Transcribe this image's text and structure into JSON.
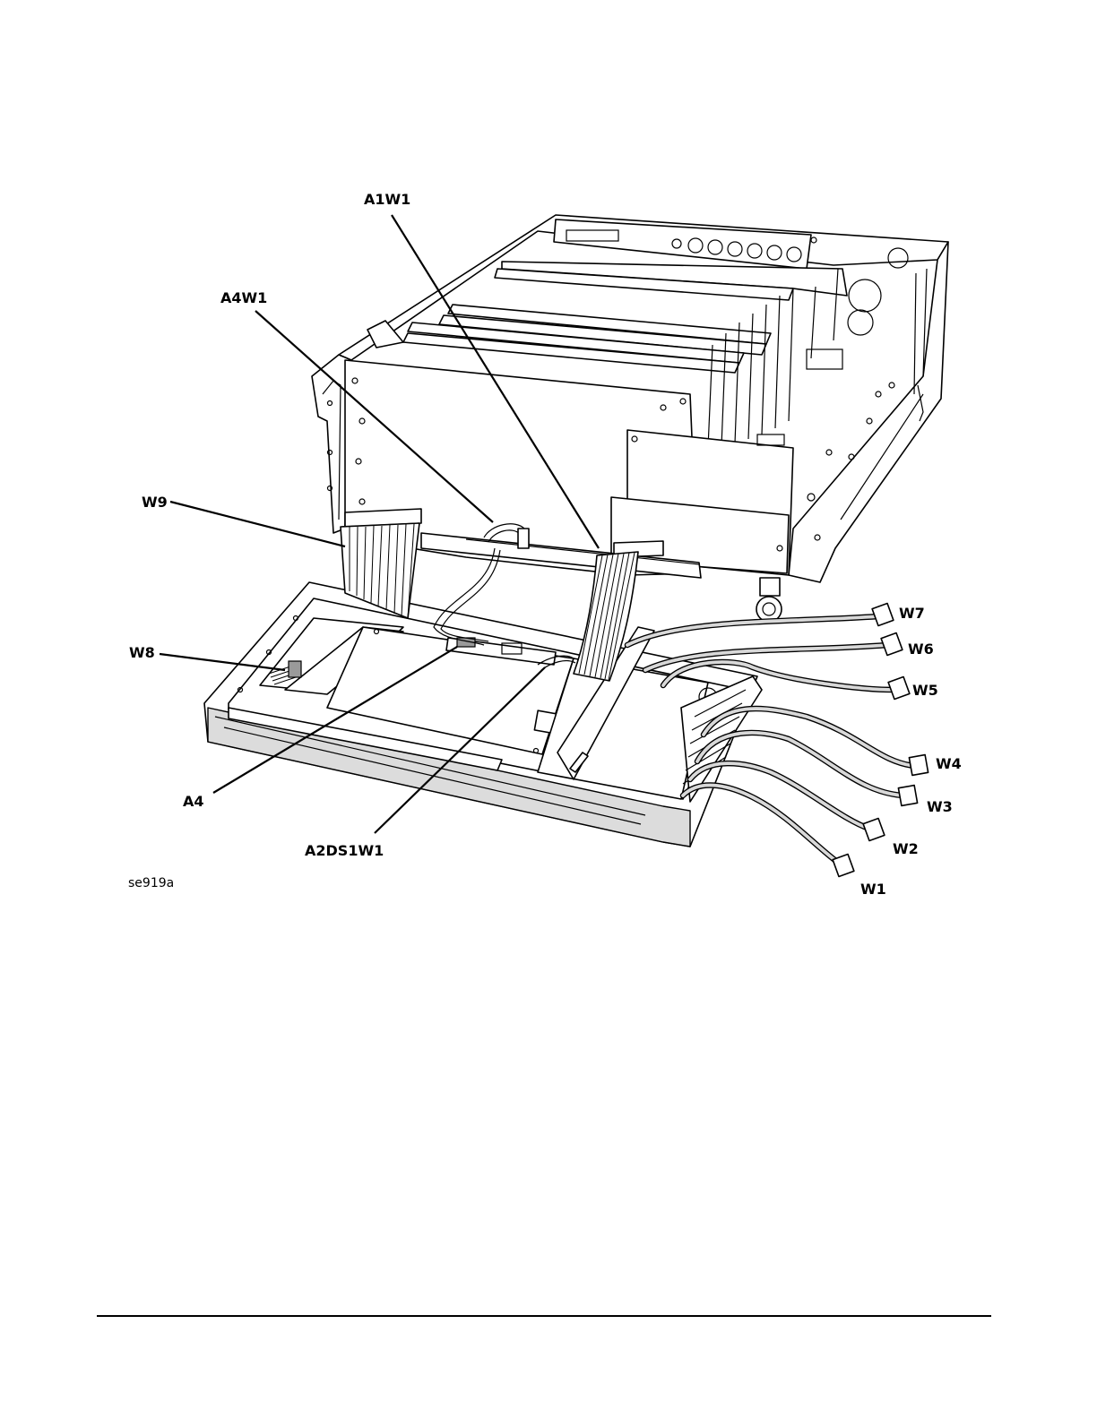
{
  "figure": {
    "figure_id": "se919a",
    "callouts": {
      "a1w1": "A1W1",
      "a4w1": "A4W1",
      "w9": "W9",
      "w8": "W8",
      "a4": "A4",
      "a2ds1w1": "A2DS1W1",
      "w7": "W7",
      "w6": "W6",
      "w5": "W5",
      "w4": "W4",
      "w3": "W3",
      "w2": "W2",
      "w1": "W1"
    }
  }
}
